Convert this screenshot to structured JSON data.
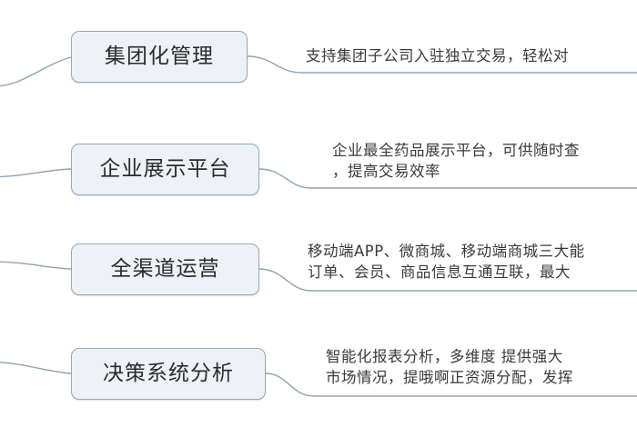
{
  "diagram": {
    "type": "mind-map",
    "title_visible": false,
    "colors": {
      "box_fill": "#eef2f6",
      "box_border": "#93a8b8",
      "connector": "#8ea4b4",
      "text": "#2b2b2b",
      "background": "#ffffff"
    },
    "branches": [
      {
        "label": "集团化管理",
        "description_lines": [
          "支持集团子公司入驻独立交易，轻松对"
        ]
      },
      {
        "label": "企业展示平台",
        "description_lines": [
          "企业最全药品展示平台，可供随时查",
          "，提高交易效率"
        ]
      },
      {
        "label": "全渠道运营",
        "description_lines": [
          "移动端APP、微商城、移动端商城三大能",
          "订单、会员、商品信息互通互联，最大"
        ]
      },
      {
        "label": "决策系统分析",
        "description_lines": [
          "智能化报表分析，多维度  提供强大",
          "市场情况，提哦啊正资源分配，发挥"
        ]
      }
    ]
  }
}
